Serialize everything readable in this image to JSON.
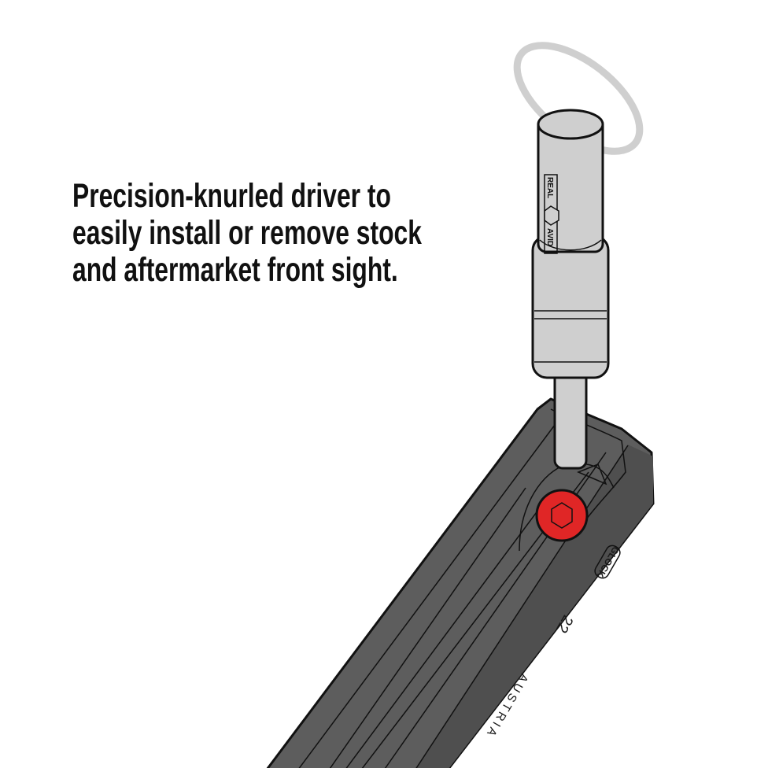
{
  "caption": {
    "lines": [
      "Precision-knurled driver to",
      "easily install or remove stock",
      "and aftermarket front sight."
    ]
  },
  "illustration": {
    "driver_logo": [
      "REAL",
      "AVID"
    ],
    "slide_markings": [
      "GLOCK",
      "22",
      "AUSTRIA"
    ],
    "colors": {
      "slide": "#5a5a5a",
      "driver": "#cfcfcf",
      "sight_screw": "#e02626",
      "outline": "#111111"
    }
  }
}
